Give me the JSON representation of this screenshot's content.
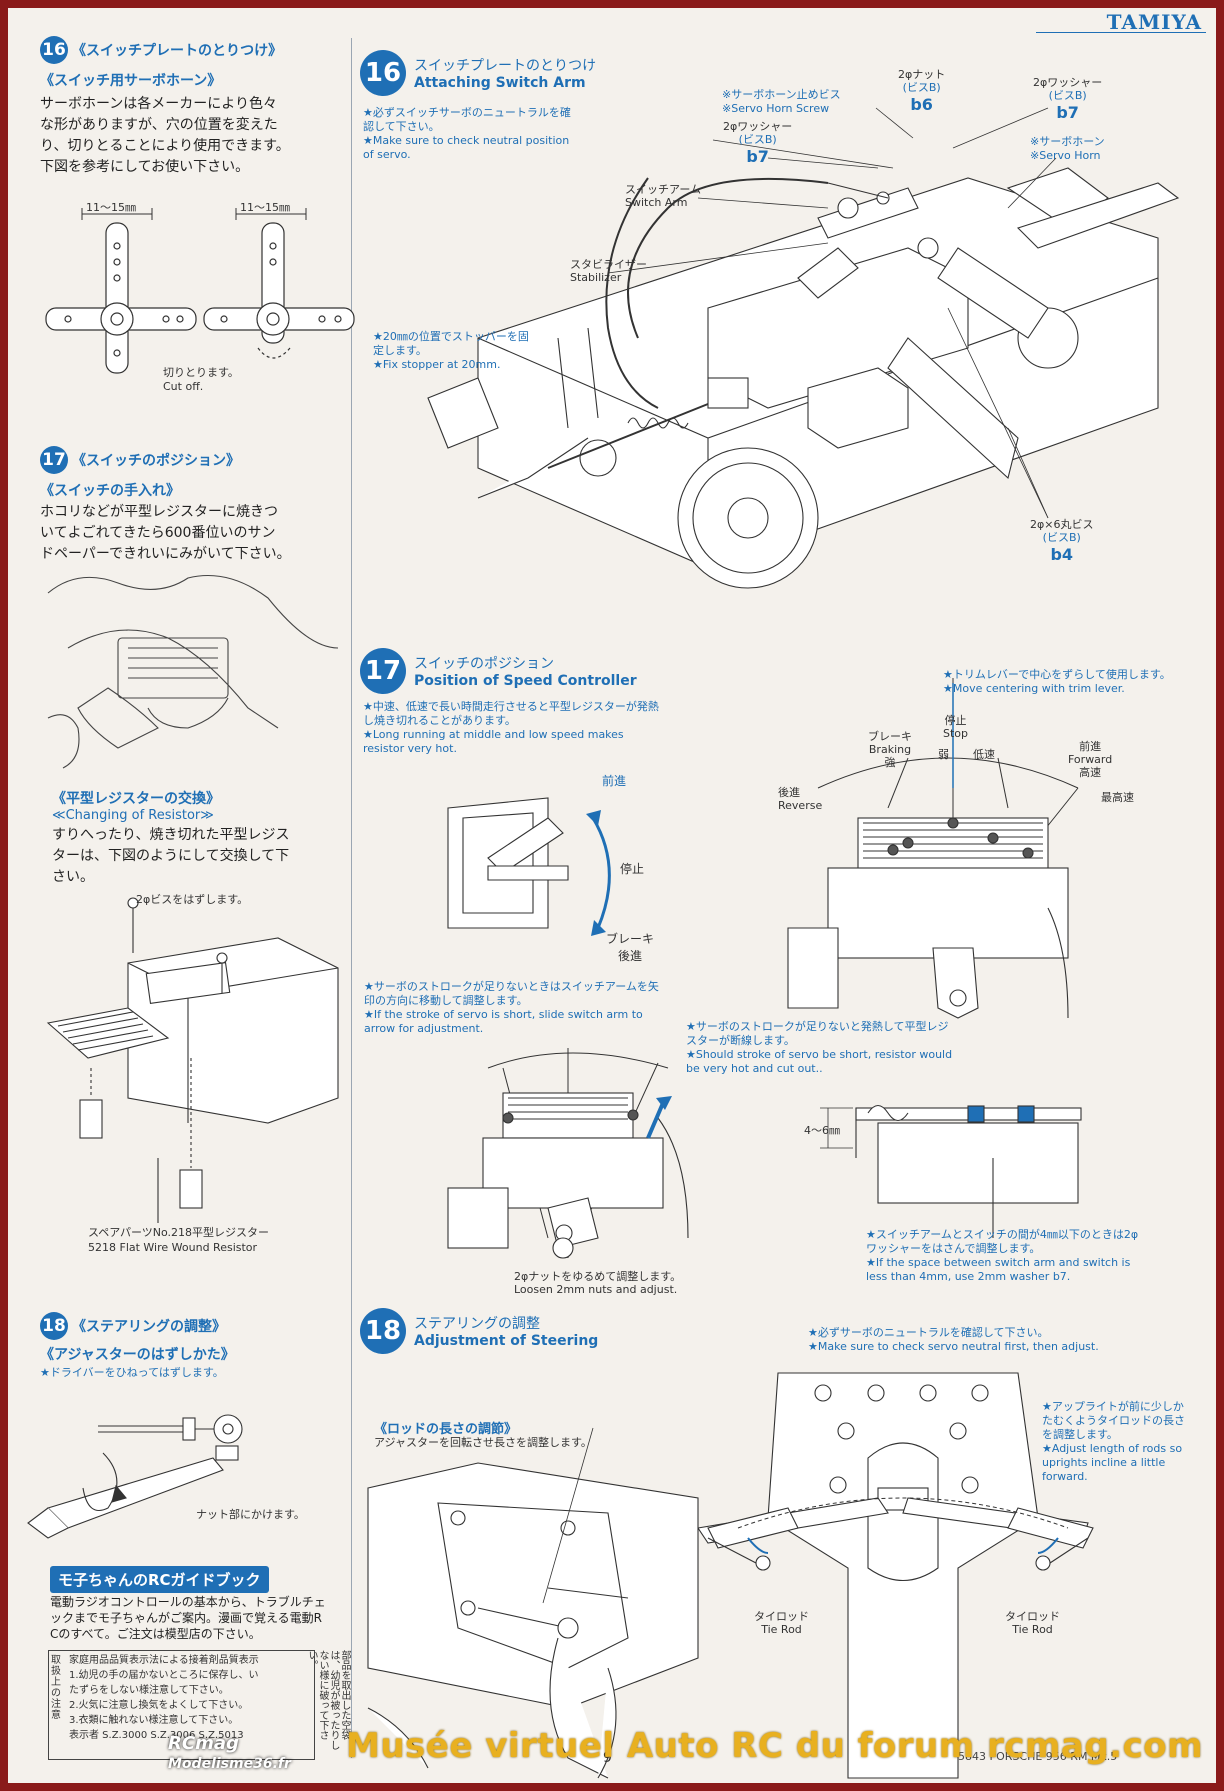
{
  "brand": "TAMIYA",
  "left": {
    "s16_title": "《スイッチプレートのとりつけ》",
    "s16_sub": "《スイッチ用サーボホーン》",
    "s16_body": [
      "サーボホーンは各メーカーにより色々",
      "な形がありますが、穴の位置を変えた",
      "り、切りとることにより使用できます。",
      "下図を参考にしてお使い下さい。"
    ],
    "dim_a": "11～15㎜",
    "dim_b": "11～15㎜",
    "cutoff_jp": "切りとります。",
    "cutoff_en": "Cut off.",
    "s17_title": "《スイッチのポジション》",
    "s17_sub": "《スイッチの手入れ》",
    "s17_body": [
      "ホコリなどが平型レジスターに焼きつ",
      "いてよごれてきたら600番位いのサン",
      "ドペーパーできれいにみがいて下さい。"
    ],
    "resistor_title_jp": "《平型レジスターの交換》",
    "resistor_title_en": "≪Changing of Resistor≫",
    "resistor_body": [
      "すりへったり、焼き切れた平型レジス",
      "ターは、下図のようにして交換して下",
      "さい。"
    ],
    "screw_label": "2φビスをはずします。",
    "spare_jp": "スペアパーツNo.218平型レジスター",
    "spare_en": "5218 Flat Wire Wound Resistor",
    "s18_title": "《ステアリングの調整》",
    "s18_sub": "《アジャスターのはずしかた》",
    "s18_note": "★ドライバーをひねってはずします。",
    "nut_label": "ナット部にかけます。",
    "guide_title": "モ子ちゃんのRCガイドブック",
    "guide_body": [
      "電動ラジオコントロールの基本から、トラブルチェ",
      "ックまでモ子ちゃんがご案内。漫画で覚える電動R",
      "Cのすべて。ご注文は模型店の下さい。"
    ],
    "warn_side": "取扱上の注意",
    "warn_head": "家庭用品品質表示法による接着剤品質表示",
    "warn_lines": [
      "1.幼児の手の届かないところに保存し、い",
      "たずらをしない様注意して下さい。",
      "2.火気に注意し換気をよくして下さい。",
      "3.衣類に触れない様注意して下さい。"
    ],
    "warn_foot": "表示者  S.Z.3000  S.Z.3006  S.Z.5013",
    "warn_side2": "部品を取出した空袋は、幼児が被ったりしない様に破って下さい。"
  },
  "step16": {
    "num": "16",
    "title_jp": "スイッチプレートのとりつけ",
    "title_en": "Attaching Switch Arm",
    "note_jp": "★必ずスイッチサーボのニュートラルを確認して下さい。",
    "note_en": "★Make sure to check neutral position of servo.",
    "screw_jp": "※サーボホーン止めビス",
    "screw_en": "※Servo Horn Screw",
    "nut_jp": "2φナット",
    "nut_part": "(ビスB)",
    "nut_code": "b6",
    "washer_jp": "2φワッシャー",
    "washer_part": "(ビスB)",
    "washer_code": "b7",
    "washer2_jp": "2φワッシャー",
    "washer2_part": "(ビスB)",
    "washer2_code": "b7",
    "horn_jp": "※サーボホーン",
    "horn_en": "※Servo Horn",
    "arm_jp": "スイッチアーム",
    "arm_en": "Switch Arm",
    "stab_jp": "スタビライザー",
    "stab_en": "Stabilizer",
    "stop_jp": "★20㎜の位置でストッパーを固定します。",
    "stop_en": "★Fix stopper at 20mm.",
    "screw6_jp": "2φ×6丸ビス",
    "screw6_part": "(ビスB)",
    "screw6_code": "b4"
  },
  "step17": {
    "num": "17",
    "title_jp": "スイッチのポジション",
    "title_en": "Position of Speed Controller",
    "note_jp": "★中速、低速で長い時間走行させると平型レジスターが発熱し焼き切れることがあります。",
    "note_en": "★Long running at middle and low speed makes resistor very hot.",
    "fwd": "前進",
    "stop": "停止",
    "brake": "ブレーキ",
    "brake2": "後進",
    "trim_jp": "★トリムレバーで中心をずらして使用します。",
    "trim_en": "★Move centering with trim lever.",
    "stop_jp": "停止",
    "stop_en": "Stop",
    "braking_jp": "ブレーキ",
    "braking_en": "Braking",
    "strong": "強",
    "weak": "弱",
    "low": "低速",
    "fwd_jp": "前進",
    "fwd_en": "Forward",
    "high": "高速",
    "top": "最高速",
    "rev_jp": "後進",
    "rev_en": "Reverse",
    "stroke_jp": "★サーボのストロークが足りないときはスイッチアームを矢印の方向に移動して調整します。",
    "stroke_en": "★If the stroke of servo is short, slide switch arm to arrow for adjustment.",
    "hot_jp": "★サーボのストロークが足りないと発熱して平型レジスターが断線します。",
    "hot_en": "★Should stroke of servo be short, resistor would be very hot and cut out..",
    "gap": "4～6㎜",
    "loosen_jp": "2φナットをゆるめて調整します。",
    "loosen_en": "Loosen 2mm nuts and adjust.",
    "washer_jp": "★スイッチアームとスイッチの間が4㎜以下のときは2φワッシャーをはさんで調整します。",
    "washer_en": "★If the space between switch arm and switch is less than 4mm, use 2mm washer b7."
  },
  "step18": {
    "num": "18",
    "title_jp": "ステアリングの調整",
    "title_en": "Adjustment of Steering",
    "neutral_jp": "★必ずサーボのニュートラルを確認して下さい。",
    "neutral_en": "★Make sure to check servo neutral first, then adjust.",
    "rod_jp": "《ロッドの長さの調節》",
    "rod_note": "アジャスターを回転させ長さを調整します。",
    "upright_jp": "★アップライトが前に少しかたむくようタイロッドの長さを調整します。",
    "upright_en": "★Adjust length of rods so uprights incline a little forward.",
    "tie_jp": "タイロッド",
    "tie_en": "Tie Rod",
    "tie2_jp": "タイロッド",
    "tie2_en": "Tie Rod"
  },
  "footer": {
    "page": "9",
    "model": "5843 PORSCHE 956 RM Mk.5",
    "watermark": "Musée virtuel Auto RC du forum rcmag.com",
    "logo1": "RCmag",
    "logo2": "Modelisme36.fr"
  }
}
